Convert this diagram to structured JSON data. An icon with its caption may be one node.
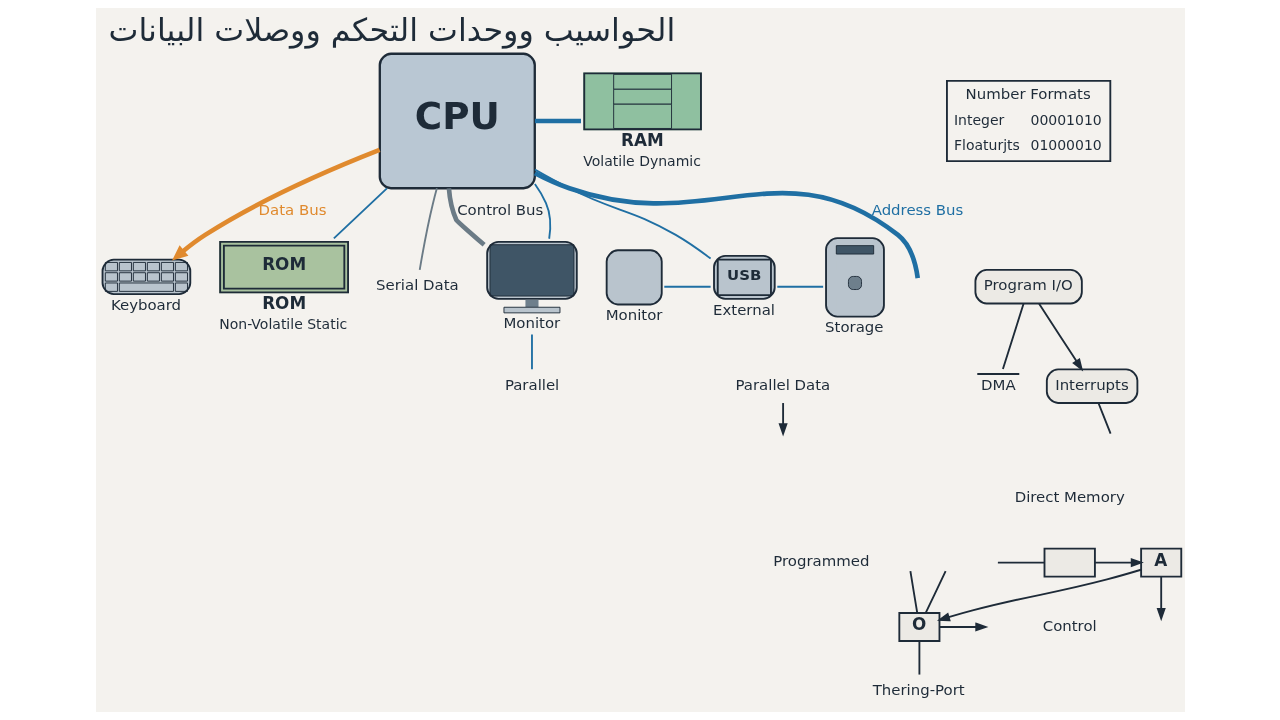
{
  "diagram": {
    "title": "الحواسيب ووحدات التحكم ووصلات البيانات",
    "nodes": [
      {
        "text": [
          "Keyboard"
        ]
      },
      {
        "text": [
          "CPU"
        ]
      },
      {
        "text": [
          "RAM",
          "Volatile Dynamic"
        ]
      },
      {
        "text": [
          "ROM",
          "ROM",
          "Non-Volatile Static"
        ]
      },
      {
        "text": [
          "Parallel Data"
        ]
      },
      {
        "text": [
          "Serial Data"
        ]
      },
      {
        "text": [
          "Monitor"
        ]
      },
      {
        "text": [
          "Parallel"
        ]
      },
      {
        "text": [
          "Monitor"
        ]
      },
      {
        "text": [
          "USB",
          "External"
        ]
      },
      {
        "text": [
          "Storage"
        ]
      },
      {
        "text": [
          "Number Formats",
          "Integer",
          "00001010",
          "Floaturjts",
          "01000010"
        ]
      },
      {
        "text": [
          "Program I/O"
        ]
      },
      {
        "text": [
          "DMA"
        ]
      },
      {
        "text": [
          "Interrupts"
        ]
      },
      {
        "text": [],
        "shape": "box"
      },
      {
        "text": [
          "A"
        ]
      },
      {
        "text": [
          "O"
        ]
      },
      {
        "text": [
          "Thering-Port"
        ]
      }
    ],
    "edges": [
      {
        "from": 1,
        "to": 0,
        "arrow": "to",
        "label": "Data Bus",
        "style": "thick",
        "color": "#e08a2e"
      },
      {
        "from": 1,
        "to": null,
        "arrow": "none",
        "label": "Address Bus",
        "style": "thick",
        "color": "#1f6fa3"
      },
      {
        "from": 1,
        "to": 6,
        "arrow": "none",
        "label": "Control Bus",
        "style": "thick",
        "color": "#6b7b86"
      },
      {
        "from": 4,
        "to": null,
        "arrow": "to"
      },
      {
        "from": 6,
        "to": 7,
        "arrow": "none",
        "color": "#1f6fa3"
      },
      {
        "from": 1,
        "to": 6,
        "arrow": "none",
        "color": "#1f6fa3"
      },
      {
        "from": 1,
        "to": 5,
        "arrow": "none",
        "color": "#6b7b86"
      },
      {
        "from": 1,
        "to": 2,
        "arrow": "none",
        "style": "thick",
        "color": "#1f6fa3"
      },
      {
        "from": 1,
        "to": 3,
        "arrow": "none",
        "color": "#1f6fa3"
      },
      {
        "from": 1,
        "to": 9,
        "arrow": "none",
        "color": "#1f6fa3"
      },
      {
        "from": 8,
        "to": 9,
        "arrow": "none",
        "color": "#1f6fa3"
      },
      {
        "from": 9,
        "to": 10,
        "arrow": "none",
        "color": "#1f6fa3"
      },
      {
        "from": 12,
        "to": 14,
        "arrow": "to"
      },
      {
        "from": 12,
        "to": 13,
        "arrow": "none"
      },
      {
        "from": 14,
        "to": null,
        "arrow": "none"
      },
      {
        "from": null,
        "to": 15,
        "arrow": "none"
      },
      {
        "from": 15,
        "to": 16,
        "arrow": "to"
      },
      {
        "from": 16,
        "to": null,
        "arrow": "to"
      },
      {
        "from": 16,
        "to": 17,
        "arrow": "to"
      },
      {
        "from": null,
        "to": 17,
        "arrow": "none"
      },
      {
        "from": null,
        "to": 17,
        "arrow": "none"
      },
      {
        "from": 17,
        "to": null,
        "arrow": "to"
      },
      {
        "from": 17,
        "to": 18,
        "arrow": "none"
      }
    ],
    "labels": [
      "Direct Memory",
      "Control",
      "Programmed"
    ]
  }
}
